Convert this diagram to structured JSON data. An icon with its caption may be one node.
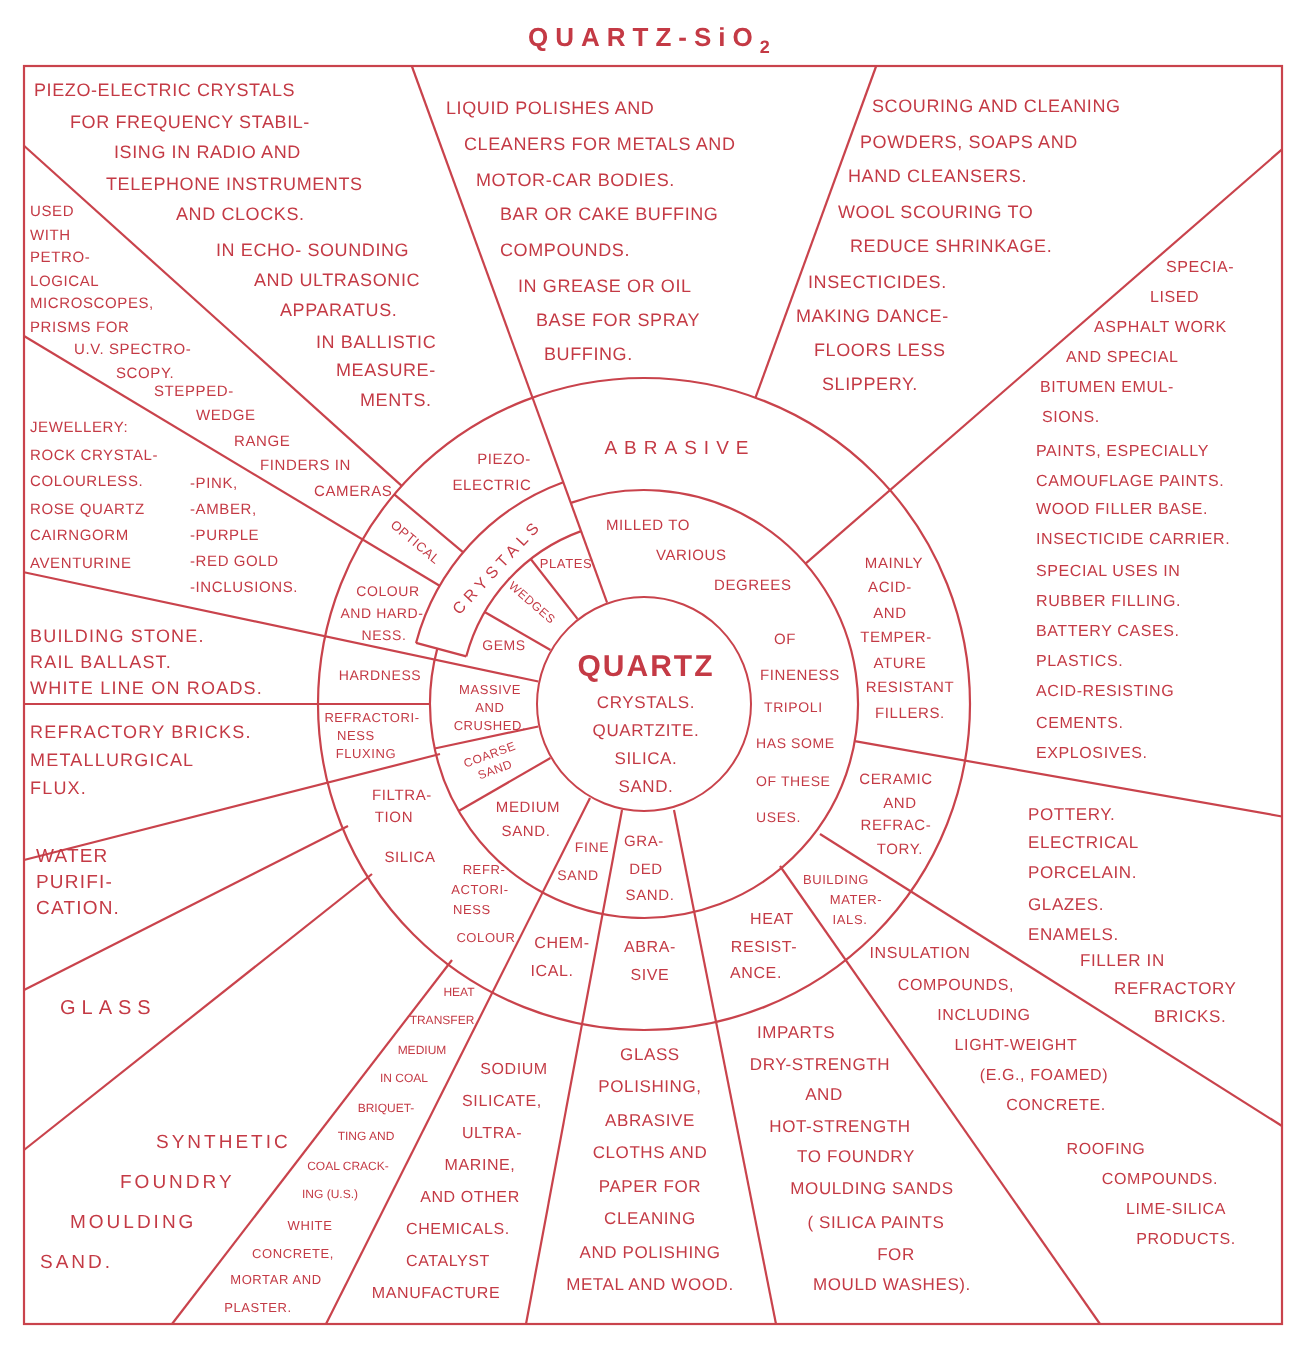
{
  "diagram": {
    "title": "QUARTZ-SiO$_{2}$",
    "nodes": [
      {
        "text": [
          "QUARTZ",
          "CRYSTALS. QUARTZITE. SILICA. SAND."
        ]
      },
      {
        "text": [
          "PIEZO-ELECTRIC CRYSTALS FOR FREQUENCY STABIL- ISING IN RADIO AND TELEPHONE INSTRUMENTS AND CLOCKS.",
          "IN ECHO- SOUNDING AND ULTRASONIC APPARATUS.",
          "IN BALLISTIC MEASURE- MENTS."
        ]
      },
      {
        "text": [
          "USED WITH PETRO- LOGICAL MICROSCOPES, PRISMS FOR U.V. SPECTRO- SCOPY.",
          "STEPPED- WEDGE RANGE FINDERS IN CAMERAS."
        ]
      },
      {
        "text": [
          "JEWELLERY: ROCK CRYSTAL- COLOURLESS. ROSE QUARTZ CAIRNGORM AVENTURINE",
          "-PINK, -AMBER, -PURPLE -RED GOLD -INCLUSIONS."
        ]
      },
      {
        "text": [
          "BUILDING STONE. RAIL BALLAST. WHITE LINE ON ROADS."
        ]
      },
      {
        "text": [
          "REFRACTORY BRICKS. METALLURGICAL FLUX."
        ]
      },
      {
        "text": [
          "WATER PURIFI- CATION."
        ]
      },
      {
        "text": [
          "GLASS"
        ]
      },
      {
        "text": [
          "SYNTHETIC FOUNDRY MOULDING SAND."
        ]
      },
      {
        "text": [
          "HEAT TRANSFER MEDIUM IN COAL BRIQUET- TING AND COAL CRACK- ING (U.S.)",
          "WHITE CONCRETE, MORTAR AND PLASTER."
        ]
      },
      {
        "text": [
          "SODIUM SILICATE, ULTRA- MARINE, AND OTHER CHEMICALS. CATALYST MANUFACTURE"
        ]
      },
      {
        "text": [
          "GLASS POLISHING, ABRASIVE CLOTHS AND PAPER FOR CLEANING AND POLISHING METAL AND WOOD."
        ]
      },
      {
        "text": [
          "IMPARTS DRY-STRENGTH AND HOT-STRENGTH TO FOUNDRY MOULDING SANDS",
          "( SILICA PAINTS FOR MOULD WASHES)."
        ]
      },
      {
        "text": [
          "INSULATION COMPOUNDS, INCLUDING LIGHT-WEIGHT (E.G., FOAMED) CONCRETE.",
          "ROOFING COMPOUNDS.",
          "LIME-SILICA PRODUCTS."
        ]
      },
      {
        "text": [
          "POTTERY.",
          "ELECTRICAL PORCELAIN.",
          "GLAZES.",
          "ENAMELS.",
          "FILLER IN REFRACTORY BRICKS."
        ]
      },
      {
        "text": [
          "SPECIA- LISED ASPHALT WORK AND SPECIAL BITUMEN EMUL- SIONS.",
          "PAINTS, ESPECIALLY CAMOUFLAGE PAINTS.",
          "WOOD FILLER BASE.",
          "INSECTICIDE CARRIER.",
          "SPECIAL USES IN RUBBER FILLING.",
          "BATTERY CASES.",
          "PLASTICS.",
          "ACID-RESISTING CEMENTS.",
          "EXPLOSIVES."
        ]
      },
      {
        "text": [
          "SCOURING AND CLEANING POWDERS, SOAPS AND HAND CLEANSERS.",
          "WOOL SCOURING TO REDUCE SHRINKAGE.",
          "INSECTICIDES.",
          "MAKING DANCE- FLOORS LESS SLIPPERY."
        ]
      },
      {
        "text": [
          "LIQUID POLISHES AND CLEANERS FOR METALS AND MOTOR-CAR BODIES.",
          "BAR OR CAKE BUFFING COMPOUNDS.",
          "IN GREASE OR OIL BASE FOR SPRAY BUFFING."
        ]
      },
      {
        "text": [
          "ABRASIVE"
        ]
      },
      {
        "text": [
          "MAINLY ACID- AND TEMPER- ATURE RESISTANT FILLERS."
        ]
      },
      {
        "text": [
          "CERAMIC AND REFRAC- TORY."
        ]
      },
      {
        "text": [
          "BUILDING MATER- IALS."
        ]
      },
      {
        "text": [
          "HEAT RESIST- ANCE."
        ]
      },
      {
        "text": [
          "ABRA- SIVE"
        ]
      },
      {
        "text": [
          "CHEM- ICAL."
        ]
      },
      {
        "text": [
          "COLOUR"
        ]
      },
      {
        "text": [
          "REFR- ACTORI- NESS"
        ]
      },
      {
        "text": [
          "SILICA"
        ]
      },
      {
        "text": [
          "FILTRA- TION"
        ]
      },
      {
        "text": [
          "REFRACTORI- NESS FLUXING"
        ]
      },
      {
        "text": [
          "HARDNESS"
        ]
      },
      {
        "text": [
          "COLOUR AND HARD- NESS."
        ]
      },
      {
        "text": [
          "OPTICAL"
        ]
      },
      {
        "text": [
          "PIEZO- ELECTRIC"
        ]
      },
      {
        "text": [
          "CRYSTALS"
        ]
      },
      {
        "text": [
          "MILLED TO VARIOUS DEGREES",
          "OF FINENESS",
          "TRIPOLI HAS SOME OF THESE USES."
        ]
      },
      {
        "text": [
          "GRA- DED SAND."
        ]
      },
      {
        "text": [
          "FINE SAND"
        ]
      },
      {
        "text": [
          "MEDIUM SAND."
        ]
      },
      {
        "text": [
          "COARSE SAND"
        ]
      },
      {
        "text": [
          "MASSIVE AND CRUSHED."
        ]
      },
      {
        "text": [
          "GEMS"
        ]
      },
      {
        "text": [
          "WEDGES"
        ]
      },
      {
        "text": [
          "PLATES"
        ]
      }
    ]
  }
}
